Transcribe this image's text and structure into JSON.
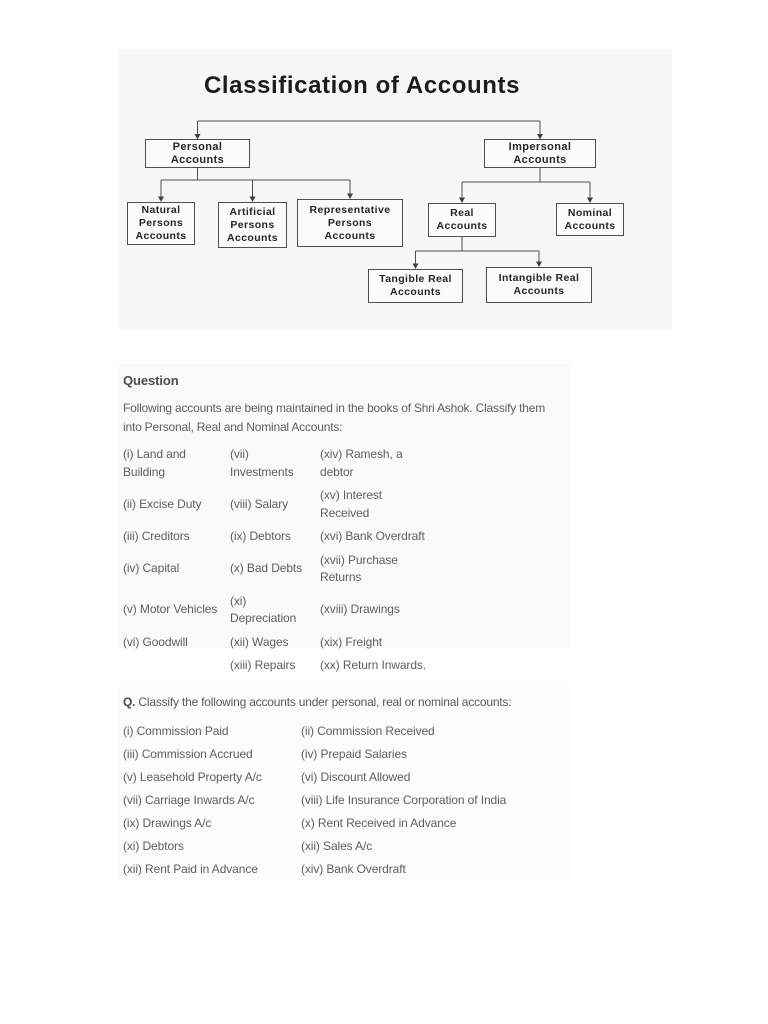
{
  "colors": {
    "page_background": "#ffffff",
    "flowchart_background": "#f7f7f7",
    "section_background": "#fafafa",
    "title_text": "#1c1c1c",
    "body_text": "#5e5e62",
    "box_border": "#4e4e4e"
  },
  "flowchart": {
    "title": "Classification of Accounts",
    "nodes": {
      "personal": "Personal\nAccounts",
      "impersonal": "Impersonal\nAccounts",
      "natural": "Natural\nPersons\nAccounts",
      "artificial": "Artificial\nPersons\nAccounts",
      "representative": "Representative\nPersons\nAccounts",
      "real": "Real\nAccounts",
      "nominal": "Nominal\nAccounts",
      "tangible": "Tangible Real\nAccounts",
      "intangible": "Intangible Real\nAccounts"
    }
  },
  "question_section": {
    "heading": "Question",
    "intro": "Following accounts are being maintained in the books of Shri Ashok. Classify them\ninto Personal, Real and Nominal Accounts:",
    "rows": [
      {
        "c1": "(i) Land and\nBuilding",
        "c2": "(vii)\nInvestments",
        "c3": "(xiv) Ramesh, a\ndebtor"
      },
      {
        "c1": "(ii) Excise Duty",
        "c2": "(viii) Salary",
        "c3": "(xv) Interest\nReceived"
      },
      {
        "c1": "(iii) Creditors",
        "c2": "(ix) Debtors",
        "c3": "(xvi) Bank Overdraft"
      },
      {
        "c1": "(iv) Capital",
        "c2": "(x) Bad Debts",
        "c3": "(xvii) Purchase\nReturns"
      },
      {
        "c1": "(v) Motor Vehicles",
        "c2": "(xi)\nDepreciation",
        "c3": "(xviii) Drawings"
      },
      {
        "c1": "(vi) Goodwill",
        "c2": "(xii) Wages",
        "c3": "(xix) Freight"
      },
      {
        "c1": "",
        "c2": "(xiii) Repairs",
        "c3": "(xx) Return Inwards."
      }
    ]
  },
  "classify_section": {
    "q_label": "Q.",
    "q_text": " Classify the following accounts under personal, real or nominal accounts:",
    "rows": [
      {
        "left": "(i) Commission Paid",
        "right": "(ii) Commission Received"
      },
      {
        "left": "(iii) Commission Accrued",
        "right": "(iv) Prepaid Salaries"
      },
      {
        "left": "(v) Leasehold Property A/c",
        "right": "(vi) Discount Allowed"
      },
      {
        "left": "(vii) Carriage Inwards A/c",
        "right": "(viii) Life Insurance Corporation of India"
      },
      {
        "left": "(ix) Drawings A/c",
        "right": "(x) Rent Received in Advance"
      },
      {
        "left": "(xi) Debtors",
        "right": "(xii) Sales A/c"
      },
      {
        "left": "(xii) Rent Paid in Advance",
        "right": "(xiv) Bank Overdraft"
      }
    ]
  }
}
